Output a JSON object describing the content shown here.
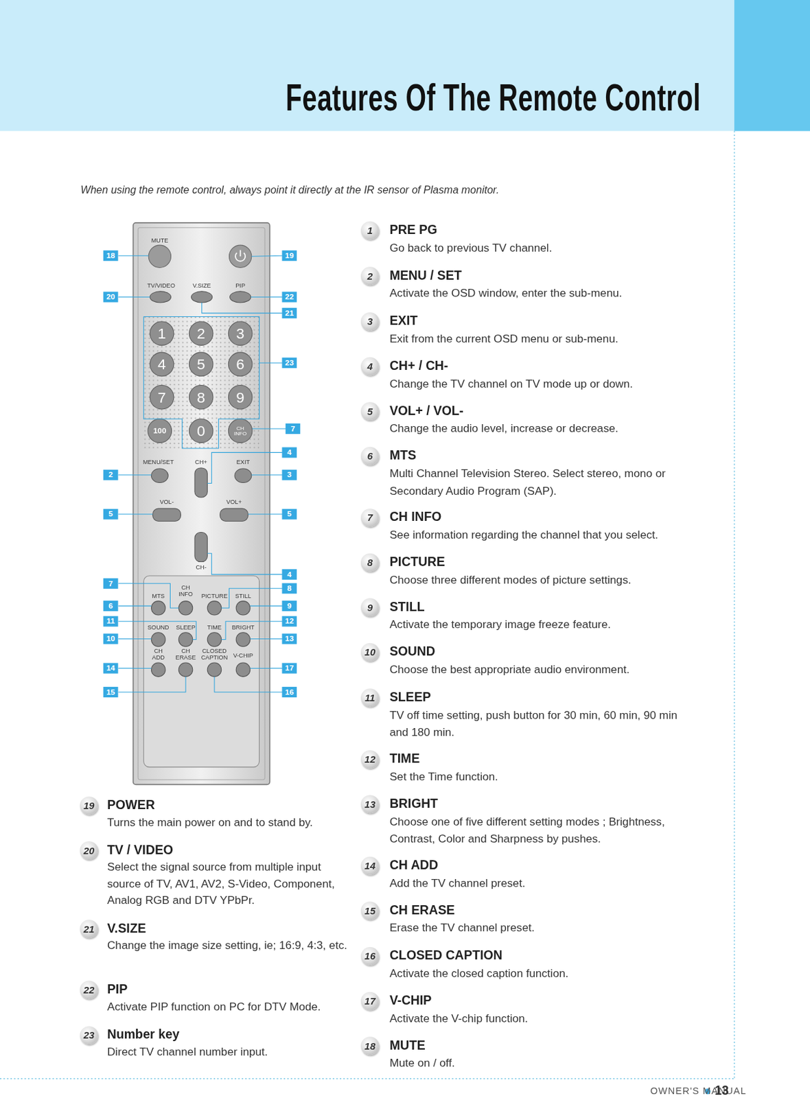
{
  "diagram": {
    "title": "Features Of The Remote Control",
    "labels": [
      "When using the remote control, always point it directly at the IR sensor of Plasma monitor.",
      "MUTE",
      "TV/VIDEO",
      "V.SIZE",
      "PIP",
      "1",
      "2",
      "3",
      "4",
      "5",
      "6",
      "7",
      "8",
      "9",
      "100",
      "0",
      "CH INFO",
      "MENU/SET",
      "CH+",
      "EXIT",
      "VOL-",
      "VOL+",
      "CH-",
      "MTS",
      "CH INFO",
      "PICTURE",
      "STILL",
      "SOUND",
      "SLEEP",
      "TIME",
      "BRIGHT",
      "CH ADD",
      "CH ERASE",
      "CLOSED CAPTION",
      "V-CHIP",
      "18",
      "19",
      "20",
      "22",
      "21",
      "23",
      "7",
      "4",
      "2",
      "3",
      "5",
      "5",
      "4",
      "7",
      "8",
      "6",
      "9",
      "11",
      "12",
      "10",
      "13",
      "14",
      "17",
      "15",
      "16",
      "1",
      "PRE PG",
      "Go back to previous TV channel.",
      "2",
      "MENU / SET",
      "Activate the OSD window, enter the sub-menu.",
      "3",
      "EXIT",
      "Exit from the current OSD menu or sub-menu.",
      "4",
      "CH+ / CH-",
      "Change the TV channel on TV mode up or down.",
      "5",
      "VOL+ / VOL-",
      "Change the audio level, increase or decrease.",
      "6",
      "MTS",
      "Multi Channel Television Stereo. Select stereo, mono or Secondary Audio Program (SAP).",
      "7",
      "CH INFO",
      "See information regarding the channel that you select.",
      "8",
      "PICTURE",
      "Choose three different modes of picture settings.",
      "9",
      "STILL",
      "Activate the temporary image freeze feature.",
      "10",
      "SOUND",
      "Choose the best appropriate audio environment.",
      "11",
      "SLEEP",
      "TV off time setting, push button for 30 min, 60 min, 90 min and 180 min.",
      "12",
      "TIME",
      "Set the Time function.",
      "13",
      "BRIGHT",
      "Choose one of five different setting modes ; Brightness, Contrast, Color and Sharpness by pushes.",
      "14",
      "CH ADD",
      "Add the TV channel preset.",
      "15",
      "CH ERASE",
      "Erase the TV channel preset.",
      "16",
      "CLOSED CAPTION",
      "Activate the closed caption function.",
      "17",
      "V-CHIP",
      "Activate the V-chip function.",
      "18",
      "MUTE",
      "Mute on / off.",
      "19",
      "POWER",
      "Turns the main power on and to stand by.",
      "20",
      "TV / VIDEO",
      "Select the signal source from multiple input source of TV, AV1, AV2, S-Video, Component, Analog RGB and DTV YPbPr.",
      "21",
      "V.SIZE",
      "Change the image size setting, ie; 16:9, 4:3, etc.",
      "22",
      "PIP",
      "Activate PIP function on PC for DTV Mode.",
      "23",
      "Number key",
      "Direct TV channel number input.",
      "OWNER'S MANUAL",
      "13"
    ]
  }
}
